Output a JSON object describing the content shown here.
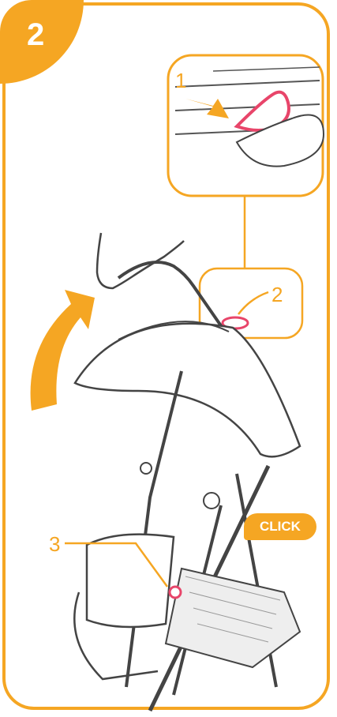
{
  "step": {
    "number": "2"
  },
  "callouts": {
    "one": "1",
    "two": "2",
    "three": "3"
  },
  "click_label": "CLICK",
  "colors": {
    "accent": "#f5a623",
    "highlight": "#e8456a",
    "line": "#444444"
  },
  "icons": {
    "arrow": "curved-arrow-up-icon"
  }
}
